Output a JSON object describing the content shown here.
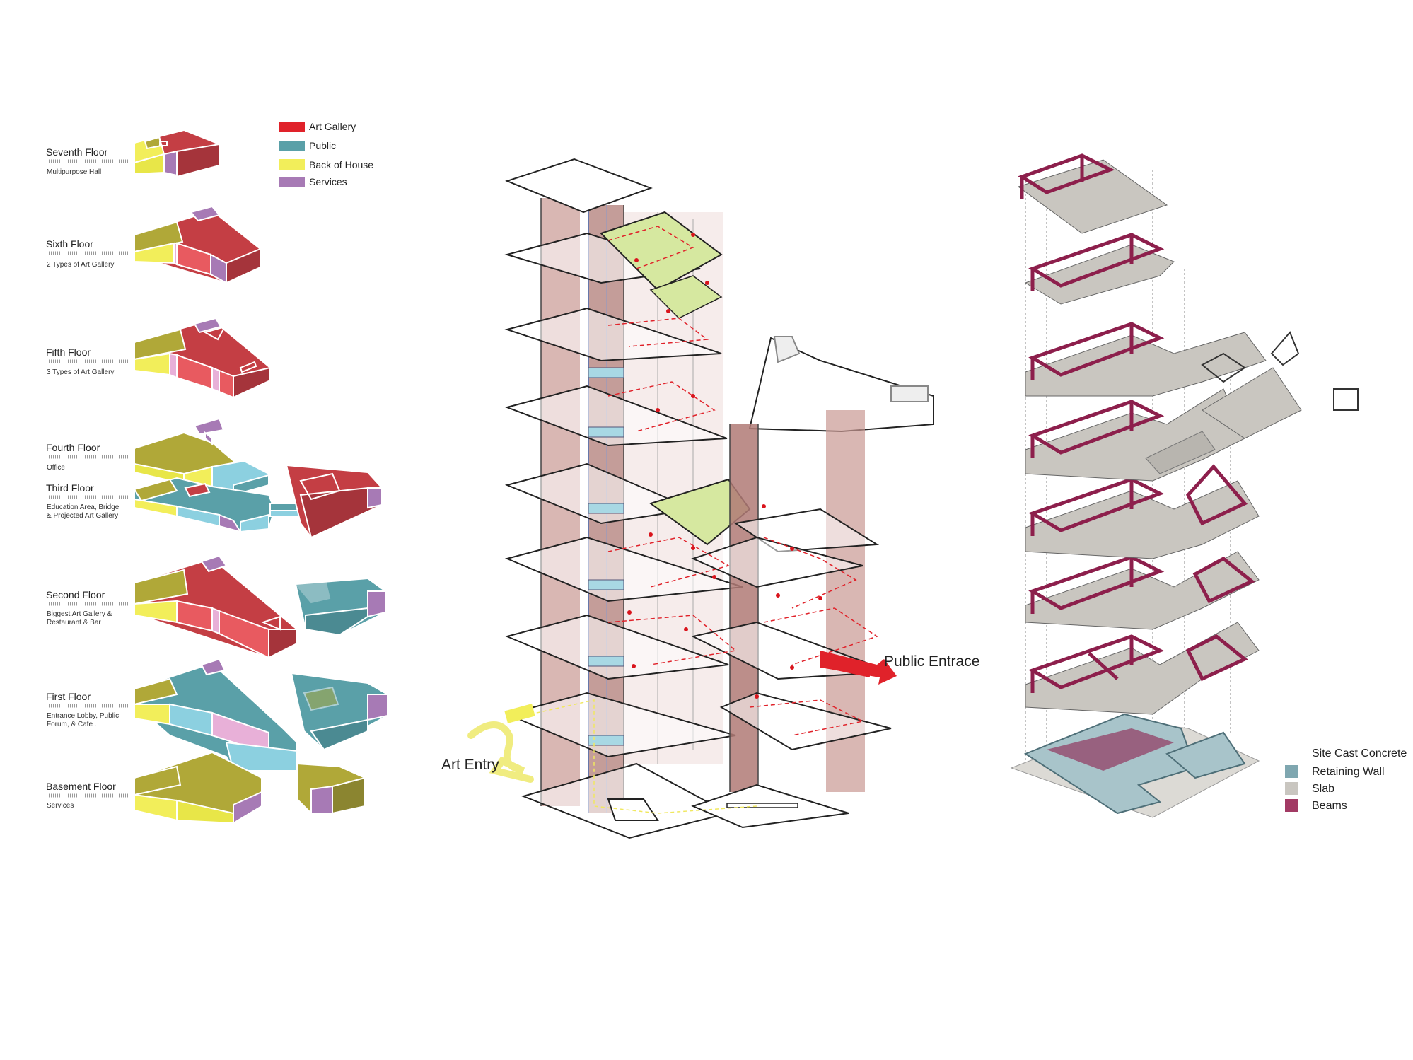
{
  "left": {
    "legend": [
      {
        "label": "Art Gallery",
        "color": "#e0222a"
      },
      {
        "label": "Public",
        "color": "#5aa0a8"
      },
      {
        "label": "Back of House",
        "color": "#f2ee5a"
      },
      {
        "label": "Services",
        "color": "#a77ab5"
      }
    ],
    "floors": [
      {
        "name": "Seventh Floor",
        "desc": [
          "Multipurpose Hall"
        ]
      },
      {
        "name": "Sixth Floor",
        "desc": [
          "2 Types of Art Gallery"
        ]
      },
      {
        "name": "Fifth Floor",
        "desc": [
          "3 Types of Art Gallery"
        ]
      },
      {
        "name": "Fourth Floor",
        "desc": [
          "Office"
        ]
      },
      {
        "name": "Third Floor",
        "desc": [
          "Education Area, Bridge",
          "& Projected Art Gallery"
        ]
      },
      {
        "name": "Second Floor",
        "desc": [
          "Biggest Art Gallery  &",
          "Restaurant & Bar"
        ]
      },
      {
        "name": "First Floor",
        "desc": [
          "Entrance Lobby, Public",
          "Forum, & Cafe ."
        ]
      },
      {
        "name": "Basement Floor",
        "desc": [
          "Services"
        ]
      }
    ]
  },
  "middle": {
    "public_entrance": "Public Entrace",
    "art_entry": "Art Entry"
  },
  "right": {
    "legend": [
      {
        "label": "Site Cast Concrete",
        "color": ""
      },
      {
        "label": "Retaining Wall",
        "color": "#7fa7b0"
      },
      {
        "label": "Slab",
        "color": "#c9c6c0"
      },
      {
        "label": "Beams",
        "color": "#a23a64"
      }
    ]
  }
}
